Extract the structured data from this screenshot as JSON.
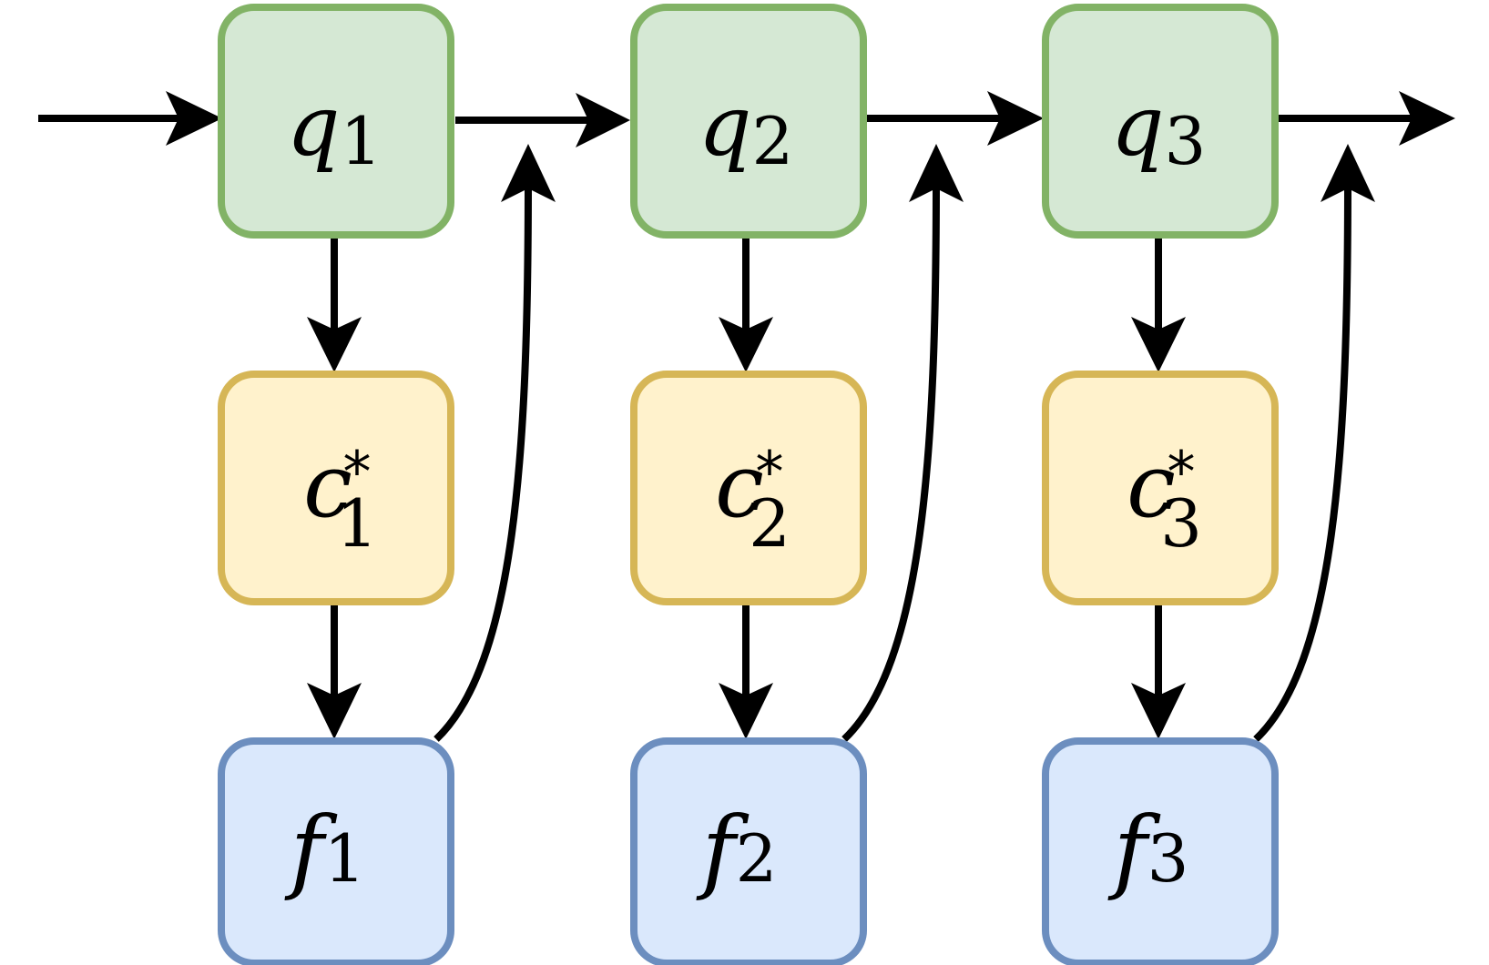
{
  "colors": {
    "query_fill": "#d5e8d4",
    "query_stroke": "#82b366",
    "candidate_fill": "#fff2cc",
    "candidate_stroke": "#d6b656",
    "feedback_fill": "#dae8fc",
    "feedback_stroke": "#6c8ebf",
    "arrow": "#000000"
  },
  "columns": [
    {
      "query": {
        "symbol": "q",
        "index": "1"
      },
      "candidate": {
        "symbol": "c",
        "index": "1",
        "sup": "*"
      },
      "feedback": {
        "symbol": "f",
        "index": "1"
      }
    },
    {
      "query": {
        "symbol": "q",
        "index": "2"
      },
      "candidate": {
        "symbol": "c",
        "index": "2",
        "sup": "*"
      },
      "feedback": {
        "symbol": "f",
        "index": "2"
      }
    },
    {
      "query": {
        "symbol": "q",
        "index": "3"
      },
      "candidate": {
        "symbol": "c",
        "index": "3",
        "sup": "*"
      },
      "feedback": {
        "symbol": "f",
        "index": "3"
      }
    }
  ]
}
